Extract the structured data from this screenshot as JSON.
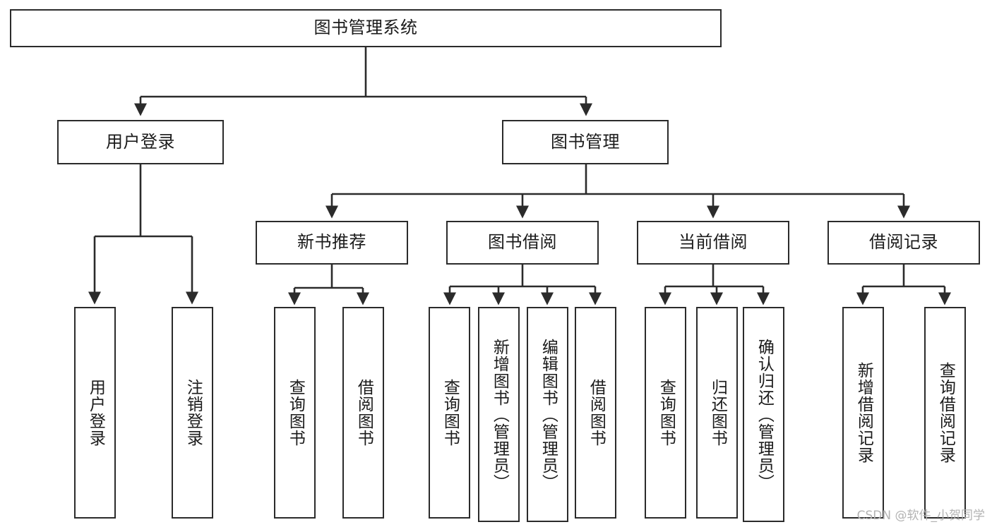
{
  "diagram": {
    "type": "tree",
    "title": "图书管理系统",
    "background_color": "#ffffff",
    "line_color": "#2b2b2b",
    "text_color": "#1b1b1b",
    "nodes": {
      "root": "图书管理系统",
      "level2": {
        "user_login": "用户登录",
        "book_manage": "图书管理"
      },
      "level3": {
        "new_book_rec": "新书推荐",
        "book_borrow": "图书借阅",
        "current_borrow": "当前借阅",
        "borrow_record": "借阅记录"
      },
      "leaves": {
        "user_login_1": "用户登录",
        "user_login_2": "注销登录",
        "new_book_rec_1": "查询图书",
        "new_book_rec_2": "借阅图书",
        "book_borrow_1": "查询图书",
        "book_borrow_2": "新增图书（管理员）",
        "book_borrow_3": "编辑图书（管理员）",
        "book_borrow_4": "借阅图书",
        "current_borrow_1": "查询图书",
        "current_borrow_2": "归还图书",
        "current_borrow_3": "确认归还（管理员）",
        "borrow_record_1": "新增借阅记录",
        "borrow_record_2": "查询借阅记录"
      }
    }
  },
  "watermark": {
    "text": "CSDN @软件_小贺同学"
  }
}
